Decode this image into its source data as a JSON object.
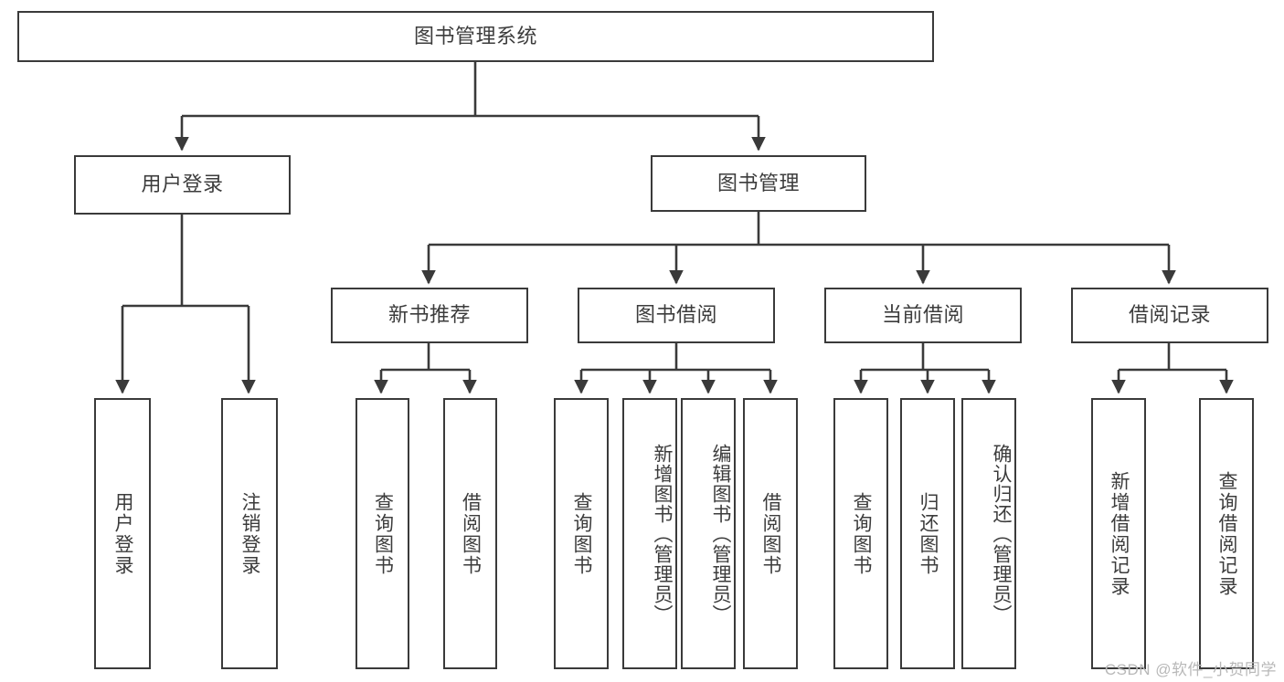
{
  "diagram": {
    "type": "tree-hierarchy-chart",
    "title": "图书管理系统",
    "stroke_color": "#3a3a3a",
    "text_color": "#3c3c3c",
    "background_color": "#ffffff",
    "levels": 4,
    "root": {
      "id": "root",
      "label": "图书管理系统",
      "orientation": "horizontal"
    },
    "level2": [
      {
        "id": "user-login",
        "label": "用户登录",
        "orientation": "horizontal"
      },
      {
        "id": "book-management",
        "label": "图书管理",
        "orientation": "horizontal"
      }
    ],
    "level3": [
      {
        "id": "new-book-recommend",
        "label": "新书推荐",
        "orientation": "horizontal",
        "parent": "book-management"
      },
      {
        "id": "book-borrow",
        "label": "图书借阅",
        "orientation": "horizontal",
        "parent": "book-management"
      },
      {
        "id": "current-borrow",
        "label": "当前借阅",
        "orientation": "horizontal",
        "parent": "book-management"
      },
      {
        "id": "borrow-record",
        "label": "借阅记录",
        "orientation": "horizontal",
        "parent": "book-management"
      }
    ],
    "leaves": [
      {
        "id": "leaf-user-login",
        "label": "用户登录",
        "parent": "user-login",
        "orientation": "vertical",
        "long": false
      },
      {
        "id": "leaf-user-logout",
        "label": "注销登录",
        "parent": "user-login",
        "orientation": "vertical",
        "long": false
      },
      {
        "id": "leaf-query-book-1",
        "label": "查询图书",
        "parent": "new-book-recommend",
        "orientation": "vertical",
        "long": false
      },
      {
        "id": "leaf-borrow-book-1",
        "label": "借阅图书",
        "parent": "new-book-recommend",
        "orientation": "vertical",
        "long": false
      },
      {
        "id": "leaf-query-book-2",
        "label": "查询图书",
        "parent": "book-borrow",
        "orientation": "vertical",
        "long": false
      },
      {
        "id": "leaf-add-book",
        "label": "新增图书（管理员）",
        "parent": "book-borrow",
        "orientation": "vertical",
        "long": true
      },
      {
        "id": "leaf-edit-book",
        "label": "编辑图书（管理员）",
        "parent": "book-borrow",
        "orientation": "vertical",
        "long": true
      },
      {
        "id": "leaf-borrow-book-2",
        "label": "借阅图书",
        "parent": "book-borrow",
        "orientation": "vertical",
        "long": false
      },
      {
        "id": "leaf-query-book-3",
        "label": "查询图书",
        "parent": "current-borrow",
        "orientation": "vertical",
        "long": false
      },
      {
        "id": "leaf-return-book",
        "label": "归还图书",
        "parent": "current-borrow",
        "orientation": "vertical",
        "long": false
      },
      {
        "id": "leaf-confirm-return",
        "label": "确认归还（管理员）",
        "parent": "current-borrow",
        "orientation": "vertical",
        "long": true
      },
      {
        "id": "leaf-add-record",
        "label": "新增借阅记录",
        "parent": "borrow-record",
        "orientation": "vertical",
        "long": false
      },
      {
        "id": "leaf-query-record",
        "label": "查询借阅记录",
        "parent": "borrow-record",
        "orientation": "vertical",
        "long": false
      }
    ]
  },
  "watermark": {
    "text": "CSDN @软件_小贺同学"
  }
}
